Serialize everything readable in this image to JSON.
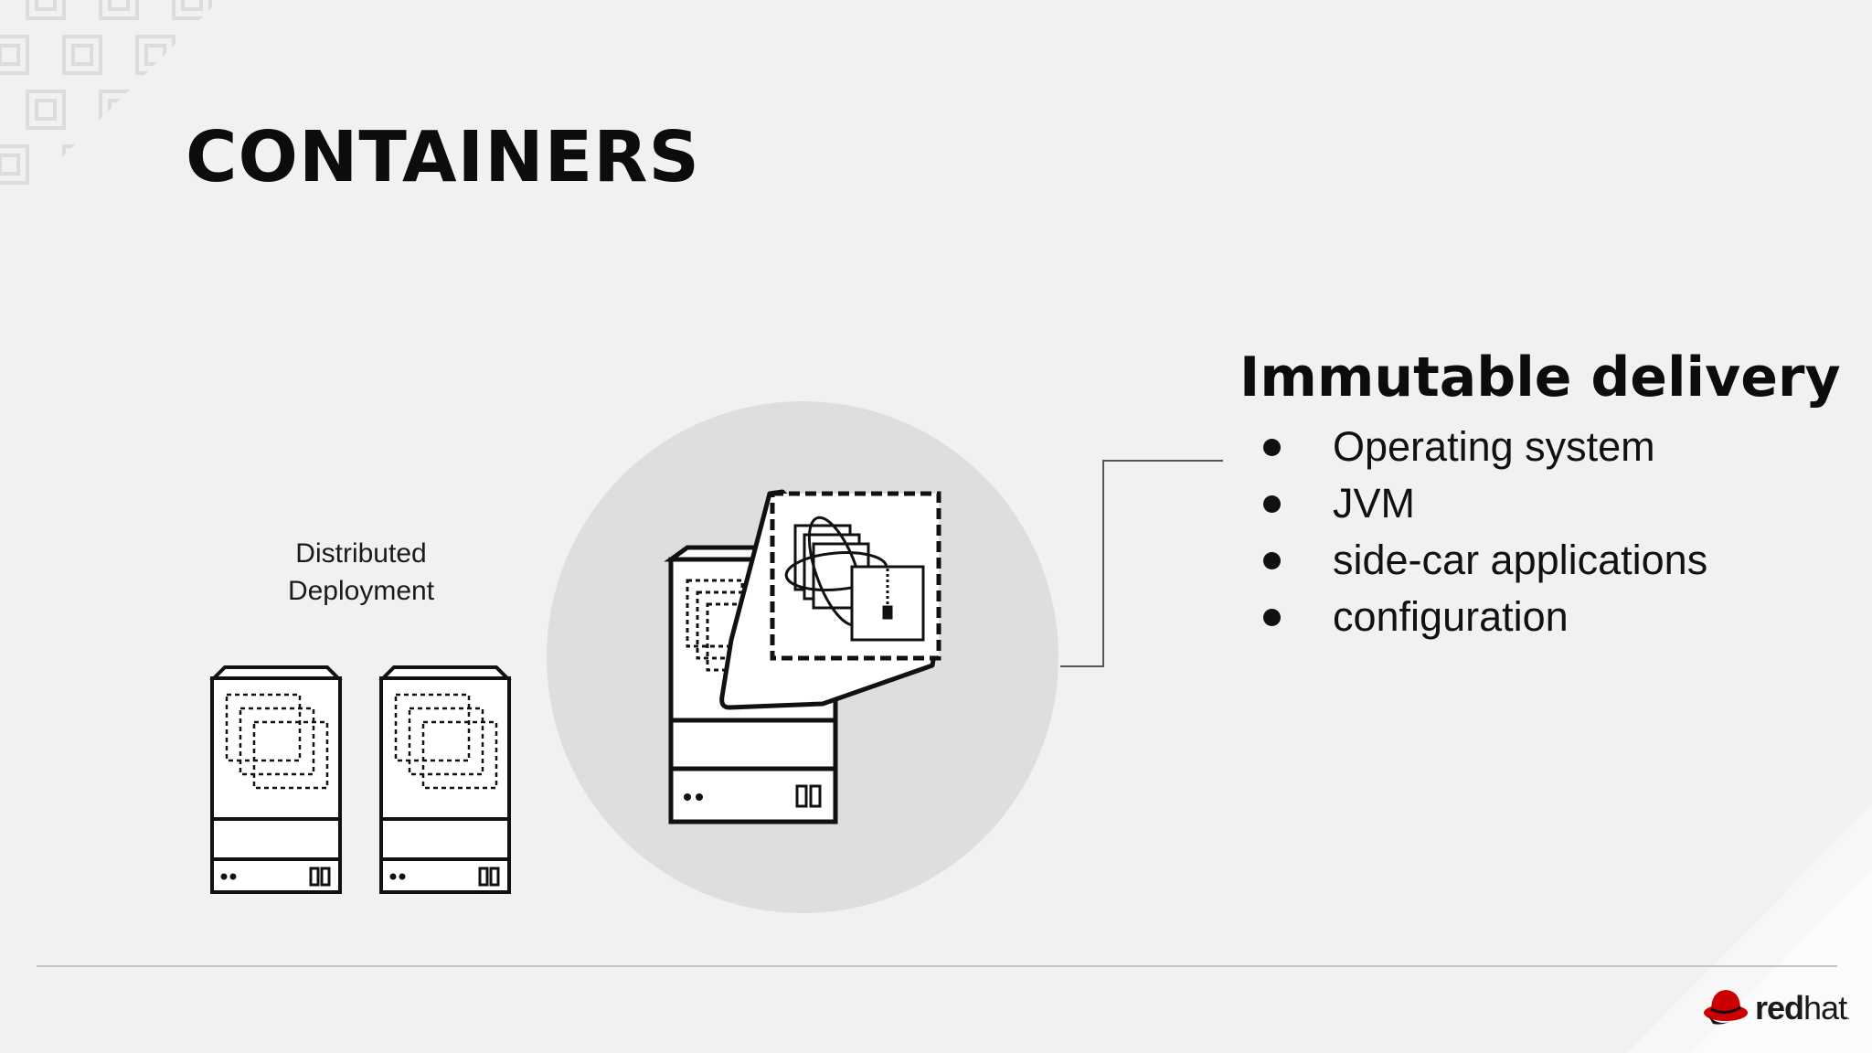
{
  "slide": {
    "title": "CONTAINERS",
    "distributed_label": [
      "Distributed",
      "Deployment"
    ],
    "feature_heading": "Immutable delivery",
    "features": [
      "Operating system",
      "JVM",
      "side-car applications",
      "configuration"
    ],
    "logo_text_bold": "red",
    "logo_text_light": "hat",
    "logo_mark_suffix": "."
  },
  "colors": {
    "background": "#f1f1f1",
    "text": "#0c0c0c",
    "circle": "#dedede",
    "brand_red": "#cc0000"
  },
  "icons": [
    "server-icon",
    "container-stack-icon",
    "hand-holding-container-icon",
    "redhat-shadowman-logo"
  ]
}
